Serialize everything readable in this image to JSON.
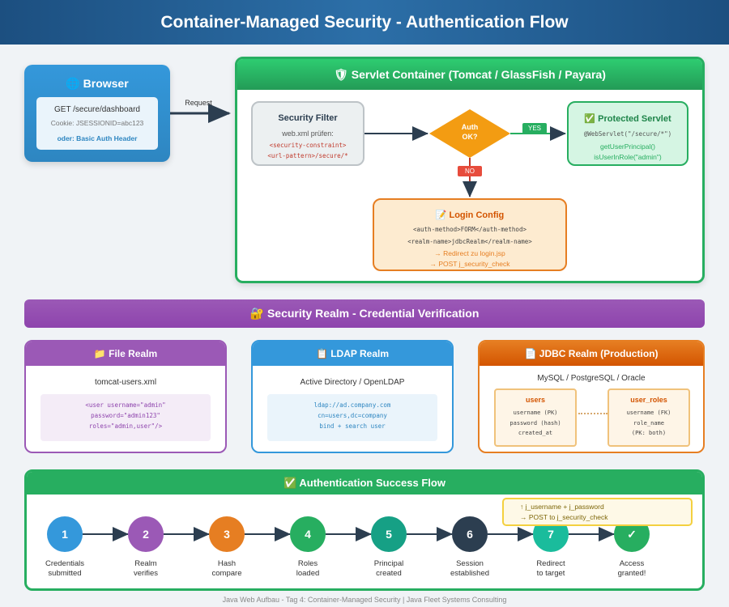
{
  "title": "Container-Managed Security - Authentication Flow",
  "browser": {
    "icon": "globe-icon",
    "title": "🌐 Browser",
    "request": "GET /secure/dashboard",
    "cookie": "Cookie: JSESSIONID=abc123",
    "alt": "oder: Basic Auth Header"
  },
  "request_label": "Request",
  "container": {
    "icon": "shield-icon",
    "title": "🛡 Servlet Container (Tomcat / GlassFish / Payara)",
    "filter": {
      "title": "Security Filter",
      "subtitle": "web.xml prüfen:",
      "line1": "<security-constraint>",
      "line2": "<url-pattern>/secure/*"
    },
    "decision": {
      "line1": "Auth",
      "line2": "OK?",
      "yes": "YES",
      "no": "NO"
    },
    "servlet": {
      "title": "✅ Protected Servlet",
      "annotation": "@WebServlet(\"/secure/*\")",
      "line1": "getUserPrincipal()",
      "line2": "isUserInRole(\"admin\")"
    },
    "login": {
      "title": "📝 Login Config",
      "line1": "<auth-method>FORM</auth-method>",
      "line2": "<realm-name>jdbcRealm</realm-name>",
      "line3": "→ Redirect zu login.jsp",
      "line4": "→ POST j_security_check"
    }
  },
  "realm_bar": "🔐 Security Realm - Credential Verification",
  "realms": [
    {
      "title": "📁 File Realm",
      "subtitle": "tomcat-users.xml",
      "code": [
        "<user username=\"admin\"",
        "password=\"admin123\"",
        "roles=\"admin,user\"/>"
      ]
    },
    {
      "title": "📋 LDAP Realm",
      "subtitle": "Active Directory / OpenLDAP",
      "code": [
        "ldap://ad.company.com",
        "cn=users,dc=company",
        "bind + search user"
      ]
    },
    {
      "title": "📄 JDBC Realm (Production)",
      "subtitle": "MySQL / PostgreSQL / Oracle",
      "tables": [
        {
          "name": "users",
          "cols": [
            "username (PK)",
            "password (hash)",
            "created_at"
          ]
        },
        {
          "name": "user_roles",
          "cols": [
            "username (FK)",
            "role_name",
            "(PK: both)"
          ]
        }
      ]
    }
  ],
  "flow": {
    "title": "✅ Authentication Success Flow",
    "note": [
      "↑ j_username + j_password",
      "→ POST to j_security_check"
    ],
    "steps": [
      {
        "n": "1",
        "l1": "Credentials",
        "l2": "submitted",
        "color": "#3498db"
      },
      {
        "n": "2",
        "l1": "Realm",
        "l2": "verifies",
        "color": "#9b59b6"
      },
      {
        "n": "3",
        "l1": "Hash",
        "l2": "compare",
        "color": "#e67e22"
      },
      {
        "n": "4",
        "l1": "Roles",
        "l2": "loaded",
        "color": "#27ae60"
      },
      {
        "n": "5",
        "l1": "Principal",
        "l2": "created",
        "color": "#16a085"
      },
      {
        "n": "6",
        "l1": "Session",
        "l2": "established",
        "color": "#2c3e50"
      },
      {
        "n": "7",
        "l1": "Redirect",
        "l2": "to target",
        "color": "#1abc9c"
      },
      {
        "n": "✓",
        "l1": "Access",
        "l2": "granted!",
        "color": "#27ae60"
      }
    ]
  },
  "footer": "Java Web Aufbau - Tag 4: Container-Managed Security | Java Fleet Systems Consulting"
}
